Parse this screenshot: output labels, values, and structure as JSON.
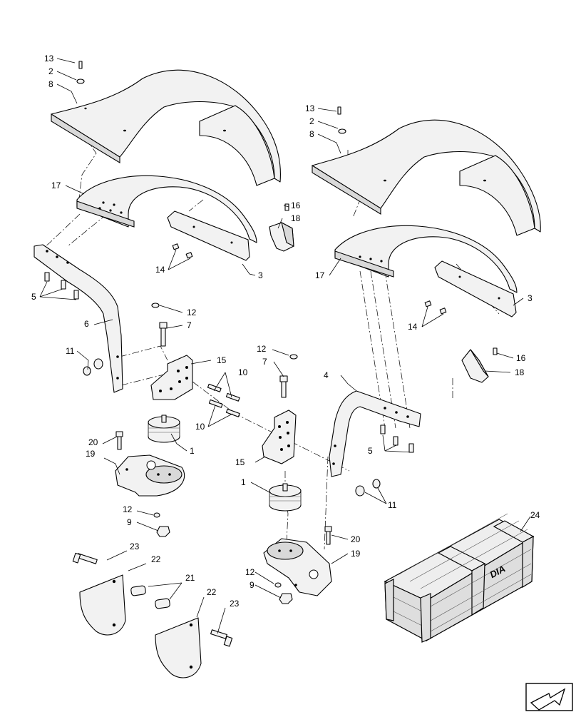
{
  "diagram": {
    "callouts": {
      "p13a": "13",
      "p2a": "2",
      "p8a": "8",
      "p17a": "17",
      "p16a": "16",
      "p18a": "18",
      "p14a": "14",
      "p3a": "3",
      "p5a": "5",
      "p6a": "6",
      "p11a": "11",
      "p12a": "12",
      "p7a": "7",
      "p15a": "15",
      "p10a": "10",
      "p10b": "10",
      "p20a": "20",
      "p19a": "19",
      "p1a": "1",
      "p12b": "12",
      "p9a": "9",
      "p23a": "23",
      "p22a": "22",
      "p21a": "21",
      "p22b": "22",
      "p23b": "23",
      "p13b": "13",
      "p2b": "2",
      "p8b": "8",
      "p17b": "17",
      "p3b": "3",
      "p14b": "14",
      "p16b": "16",
      "p18b": "18",
      "p4a": "4",
      "p5b": "5",
      "p11b": "11",
      "p12c": "12",
      "p7b": "7",
      "p15b": "15",
      "p1b": "1",
      "p20b": "20",
      "p19b": "19",
      "p12d": "12",
      "p9b": "9",
      "p24a": "24"
    },
    "crate_logo": "DIA",
    "nav_icon": "next-page-arrow-icon"
  }
}
